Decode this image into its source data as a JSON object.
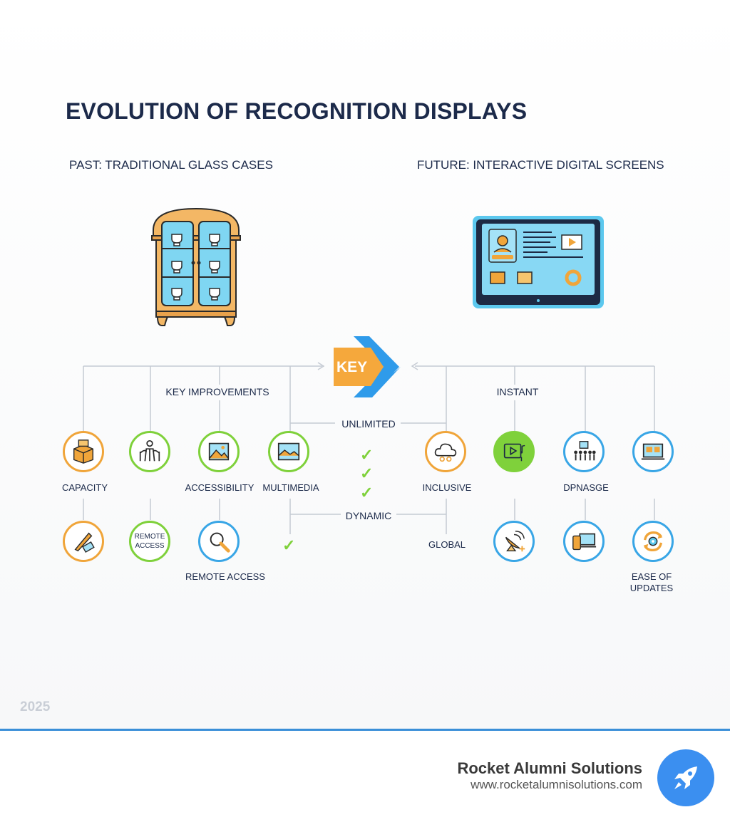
{
  "title": "EVOLUTION OF RECOGNITION DISPLAYS",
  "past_heading": "PAST: TRADITIONAL GLASS CASES",
  "future_heading": "FUTURE: INTERACTIVE DIGITAL SCREENS",
  "key_badge": "KEY",
  "left_group_label": "KEY IMPROVEMENTS",
  "right_group_label": "INSTANT",
  "mid_labels": {
    "unlimited": "UNLIMITED",
    "dynamic": "DYNAMIC"
  },
  "left_icons": {
    "capacity": {
      "label": "CAPACITY",
      "icon": "box-icon"
    },
    "access_person": {
      "label": "",
      "icon": "person-icon"
    },
    "accessibility": {
      "label": "ACCESSIBILITY",
      "icon": "image-icon"
    },
    "multimedia": {
      "label": "MULTIMEDIA",
      "icon": "gallery-icon"
    },
    "tools": {
      "label": "",
      "icon": "pen-eraser-icon"
    },
    "remote_access_circle_text": "REMOTE\nACCESS",
    "search": {
      "label": "REMOTE ACCESS",
      "icon": "magnifier-icon"
    }
  },
  "right_icons": {
    "inclusive": {
      "label": "INCLUSIVE",
      "icon": "cloud-icon"
    },
    "video": {
      "label": "",
      "icon": "video-icon"
    },
    "dpnasge": {
      "label": "DPNASGE",
      "icon": "group-icon"
    },
    "monitor": {
      "label": "",
      "icon": "monitor-icon"
    },
    "global": {
      "label": "GLOBAL"
    },
    "satellite": {
      "label": "",
      "icon": "satellite-icon"
    },
    "devices": {
      "label": "",
      "icon": "devices-icon"
    },
    "updates": {
      "label": "EASE OF\nUPDATES",
      "icon": "refresh-gear-icon"
    }
  },
  "year": "2025",
  "footer": {
    "brand": "Rocket Alumni Solutions",
    "url": "www.rocketalumnisolutions.com"
  },
  "colors": {
    "orange": "#f0a53a",
    "green": "#7fd13b",
    "blue": "#39a6e6",
    "navy": "#1c2a4a"
  }
}
